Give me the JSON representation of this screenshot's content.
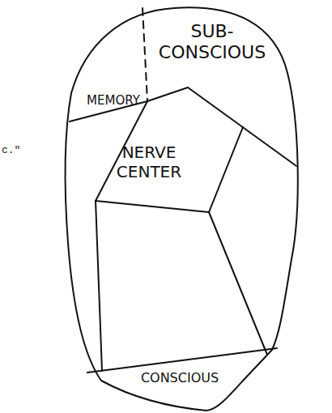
{
  "diagram": {
    "nodes": [
      {
        "text": [
          "SUB- CONSCIOUS"
        ]
      },
      {
        "text": [
          "MEMORY"
        ]
      },
      {
        "text": [
          "NERVE CENTER"
        ]
      },
      {
        "text": [
          "CONSCIOUS"
        ]
      }
    ],
    "labels": [
      "c.\""
    ]
  }
}
